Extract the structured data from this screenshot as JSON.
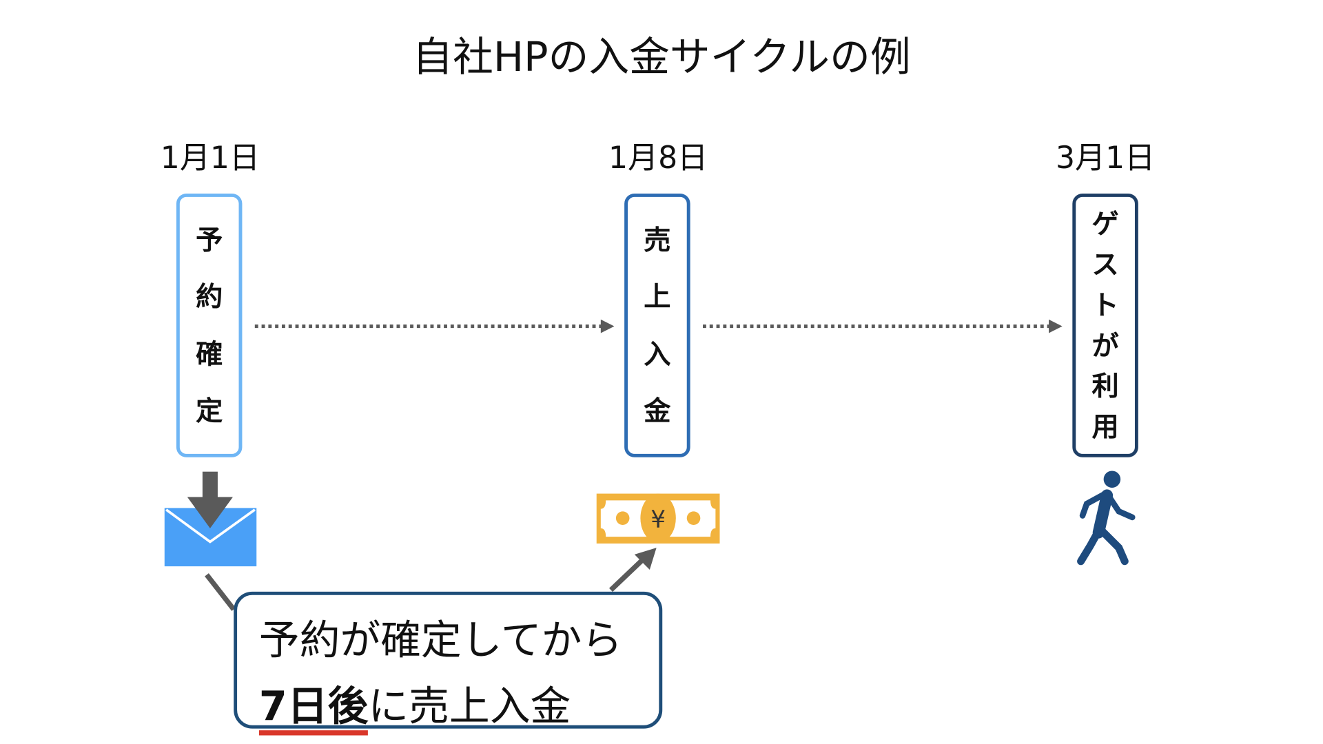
{
  "title": "自社HPの入金サイクルの例",
  "steps": [
    {
      "date": "1月1日",
      "chars": [
        "予",
        "約",
        "確",
        "定"
      ],
      "border": "#6fb6f5",
      "icon": "mail-download-icon"
    },
    {
      "date": "1月8日",
      "chars": [
        "売",
        "上",
        "入",
        "金"
      ],
      "border": "#2e6db4",
      "icon": "yen-banknote-icon"
    },
    {
      "date": "3月1日",
      "chars": [
        "ゲ",
        "ス",
        "ト",
        "が",
        "利",
        "用"
      ],
      "border": "#1f3f66",
      "icon": "walking-person-icon"
    }
  ],
  "banknote_symbol": "¥",
  "callout": {
    "line1": "予約が確定してから",
    "line2_bold": "7日後",
    "line2_rest": "に売上入金"
  },
  "colors": {
    "mail": "#4aa0f7",
    "banknote": "#f2b33d",
    "person": "#1e4b7e",
    "arrow": "#5a5a5a",
    "underline": "#d9372a"
  }
}
